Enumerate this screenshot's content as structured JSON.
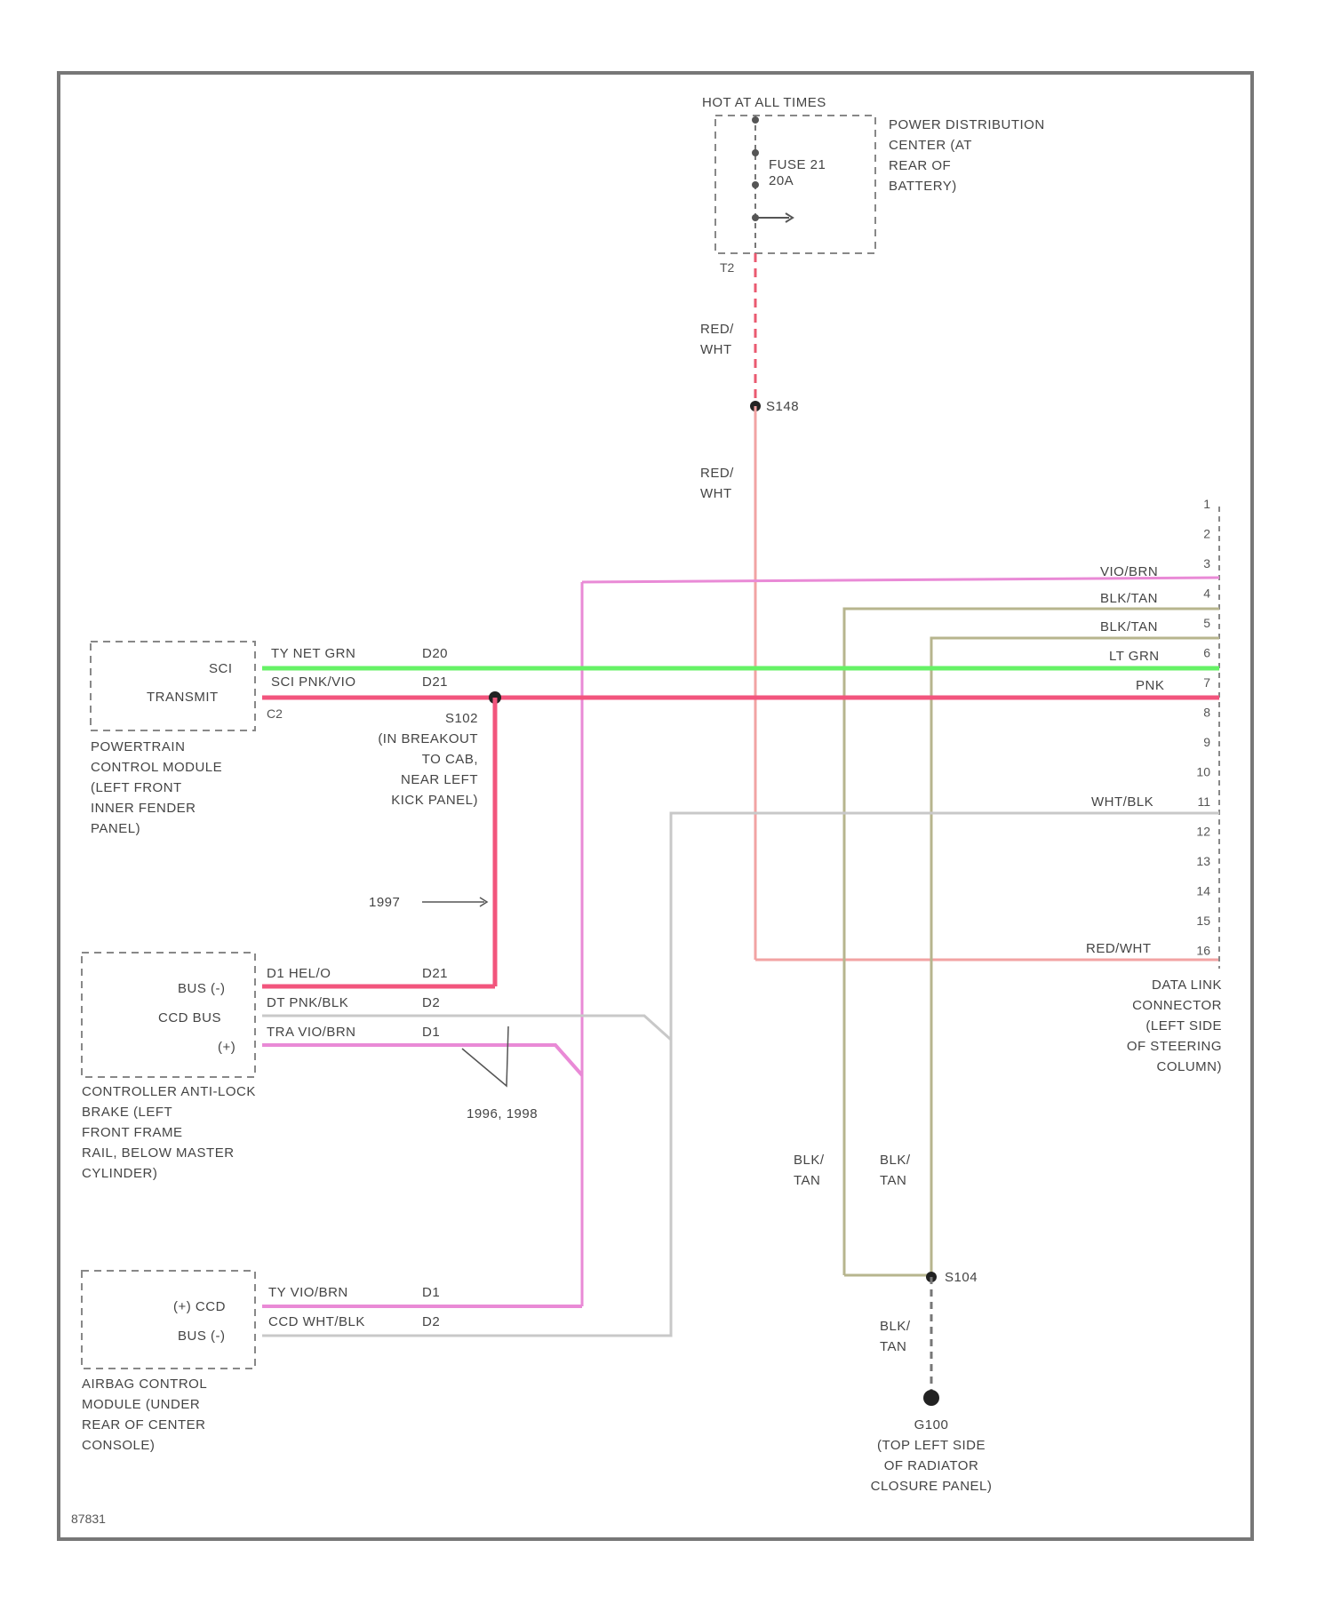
{
  "colors": {
    "pink": "#e98ad6",
    "red_pink": "#f2557d",
    "green": "#66f266",
    "olive": "#b7b58e",
    "gray": "#c8c8c8",
    "red_wht": "#f2a3a3",
    "frame": "#777777"
  },
  "pdc": {
    "hot": "HOT AT ALL TIMES",
    "fuse_line1": "FUSE 21",
    "fuse_line2": "20A",
    "term_t1": "T2",
    "label": [
      "POWER DISTRIBUTION",
      "CENTER (AT",
      "REAR OF",
      "BATTERY)"
    ]
  },
  "wires": {
    "red_wht_1": [
      "RED/",
      "WHT"
    ],
    "splice_top": "S148",
    "red_wht_2": [
      "RED/",
      "WHT"
    ],
    "blk_tan_left": [
      "BLK/",
      "TAN"
    ],
    "blk_tan_right": [
      "BLK/",
      "TAN"
    ],
    "splice_ground": "S104",
    "blk_tan_bottom": [
      "BLK/",
      "TAN"
    ]
  },
  "pcm": {
    "pin_scl": "SCI",
    "pin_transmit": "TRANSMIT",
    "conn": "C2",
    "wire1": "TY NET GRN",
    "wire1_circuit": "D20",
    "wire2": "SCI PNK/VIO",
    "wire2_circuit": "D21",
    "label": [
      "POWERTRAIN",
      "CONTROL MODULE",
      "(LEFT FRONT",
      "INNER FENDER",
      "PANEL)"
    ]
  },
  "splice_mid": {
    "label": [
      "S102",
      "(IN BREAKOUT",
      "TO CAB,",
      "NEAR LEFT",
      "KICK PANEL)"
    ],
    "year": "1997"
  },
  "cab": {
    "pin1": "BUS (-)",
    "pin2": "CCD BUS",
    "pin3": "(+)",
    "wire1": "D1 HEL/O",
    "wire1_circuit": "D21",
    "wire2": "DT PNK/BLK",
    "wire2_circuit": "D2",
    "wire3": "TRA VIO/BRN",
    "wire3_circuit": "D1",
    "years": "1996, 1998",
    "label": [
      "CONTROLLER ANTI-LOCK",
      "BRAKE (LEFT",
      "FRONT FRAME",
      "RAIL, BELOW MASTER",
      "CYLINDER)"
    ]
  },
  "acm": {
    "pin1": "(+) CCD",
    "pin2": "BUS (-)",
    "wire1": "TY VIO/BRN",
    "wire1_circuit": "D1",
    "wire2": "CCD WHT/BLK",
    "wire2_circuit": "D2",
    "label": [
      "AIRBAG CONTROL",
      "MODULE (UNDER",
      "REAR OF CENTER",
      "CONSOLE)"
    ]
  },
  "dlc": {
    "pins": [
      "1",
      "2",
      "3",
      "4",
      "5",
      "6",
      "7",
      "8",
      "9",
      "10",
      "11",
      "12",
      "13",
      "14",
      "15",
      "16"
    ],
    "w3": "VIO/BRN",
    "w4": "BLK/TAN",
    "w5": "BLK/TAN",
    "w6": "LT GRN",
    "w7": "PNK",
    "w11": "WHT/BLK",
    "w16": "RED/WHT",
    "label": [
      "DATA LINK",
      "CONNECTOR",
      "(LEFT SIDE",
      "OF STEERING",
      "COLUMN)"
    ]
  },
  "ground": {
    "label": [
      "G100",
      "(TOP LEFT SIDE",
      "OF RADIATOR",
      "CLOSURE PANEL)"
    ]
  },
  "figure_id": "87831"
}
